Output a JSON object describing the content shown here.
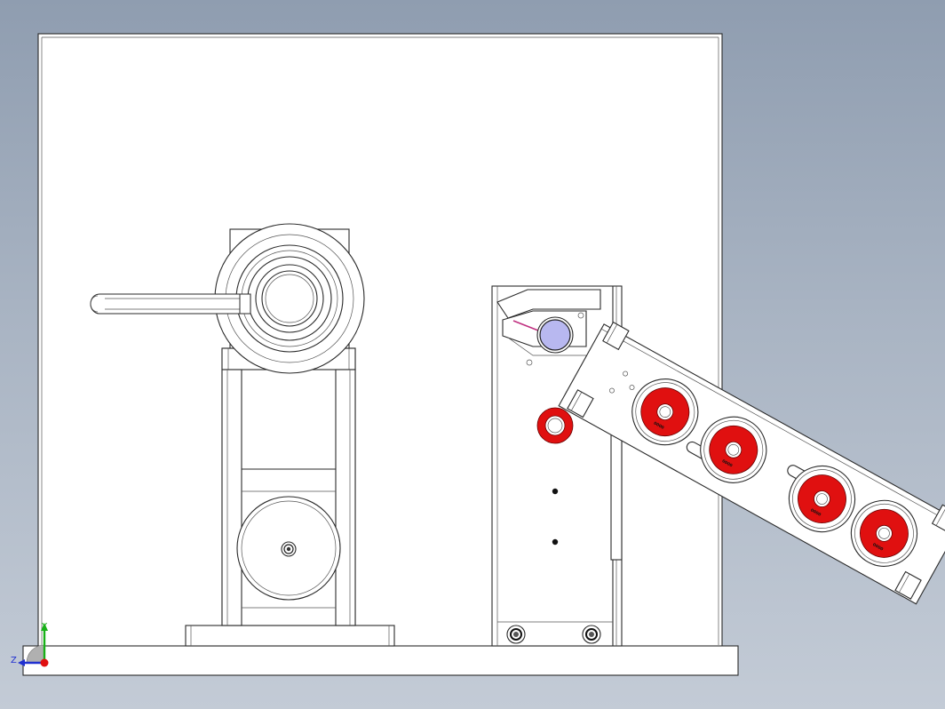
{
  "triad": {
    "y_label": "Y",
    "z_label": "Z",
    "x_color": "#e01010",
    "y_color": "#18b018",
    "z_color": "#2030d0"
  },
  "colors": {
    "background_top": "#8f9db0",
    "background_bottom": "#c3cbd6",
    "part_fill": "#ffffff",
    "line": "#2a2a2a",
    "wheel_red": "#e01010",
    "sensor_blue": "#b8b8f0"
  },
  "wheel_labels": [
    "0000",
    "0000",
    "0000",
    "0000"
  ]
}
